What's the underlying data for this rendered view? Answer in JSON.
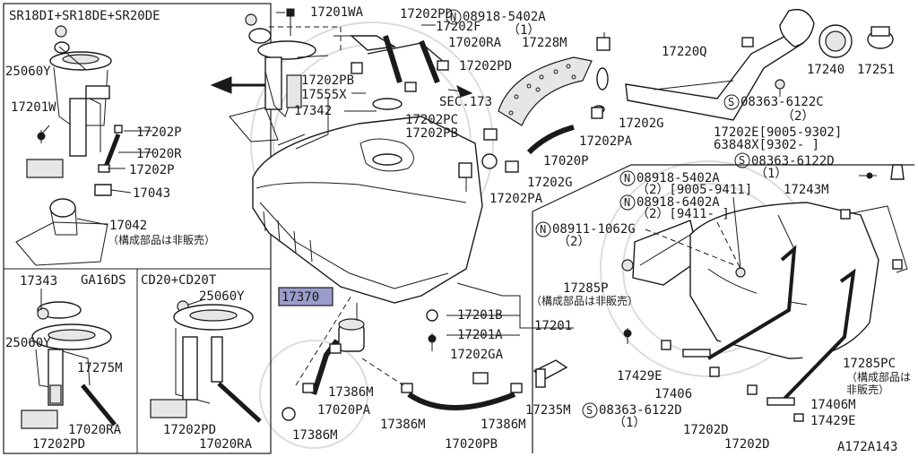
{
  "diagram": {
    "figure_code": "A172A143",
    "highlight_part": "17370",
    "variant_headers": {
      "top_left": "SR18DI+SR18DE+SR20DE",
      "bottom_mid": "GA16DS",
      "bottom_right": "CD20+CD20T"
    },
    "notes": {
      "not_sold_separately": "（構成部品は非販売）",
      "not_sold_line1": "（構成部品は",
      "not_sold_line2": "非販売）"
    },
    "labels": {
      "p17201wa": "17201WA",
      "p17202pd_top": "17202PD",
      "p17202f": "17202F",
      "p17020ra_top": "17020RA",
      "p17228m": "17228M",
      "p17202pd_r": "17202PD",
      "p17202pb_a": "17202PB",
      "p17555x": "17555X",
      "p17342": "17342",
      "sec173": "SEC.173",
      "p17202pc": "17202PC",
      "p17202pb_b": "17202PB",
      "n08918_5402a_top": "08918-5402A",
      "n08918_5402a_top_q": "（1）",
      "p17220q": "17220Q",
      "p17240": "17240",
      "p17251": "17251",
      "s08363_6122c": "08363-6122C",
      "s08363_6122c_q": "（2）",
      "p17202g_a": "17202G",
      "p17202pa_a": "17202PA",
      "p17020p": "17020P",
      "p17202g_b": "17202G",
      "p17202pa_b": "17202PA",
      "p17202e": "17202E[9005-9302]",
      "p63848x": "63848X[9302-    ]",
      "s08363_6122d_a": "08363-6122D",
      "s08363_6122d_a_q": "（1）",
      "n08918_5402a_b": "08918-5402A",
      "n08918_5402a_b_q": "（2）[9005-9411]",
      "n08918_6402a": "08918-6402A",
      "n08918_6402a_q": "（2）[9411-    ]",
      "p17243m": "17243M",
      "n08911_1062g": "08911-1062G",
      "n08911_1062g_q": "（2）",
      "p17285p": "17285P",
      "p17285pc": "17285PC",
      "p17201b": "17201B",
      "p17201": "17201",
      "p17201a": "17201A",
      "p17370": "17370",
      "p17202ga": "17202GA",
      "p17386m_a": "17386M",
      "p17020pa": "17020PA",
      "p17386m_b": "17386M",
      "p17386m_c": "17386M",
      "p17386m_d": "17386M",
      "p17235m": "17235M",
      "p17020pb": "17020PB",
      "p17429e_a": "17429E",
      "p17406": "17406",
      "p17406m": "17406M",
      "p17429e_b": "17429E",
      "s08363_6122d_b": "08363-6122D",
      "s08363_6122d_b_q": "（1）",
      "p17202d_a": "17202D",
      "p17202d_b": "17202D",
      "tl_25060y": "25060Y",
      "tl_17201w": "17201W",
      "tl_17202p_a": "17202P",
      "tl_17020r": "17020R",
      "tl_17202p_b": "17202P",
      "tl_17043": "17043",
      "tl_17042": "17042",
      "bm_17343": "17343",
      "bm_25060y": "25060Y",
      "bm_17275m": "17275M",
      "bm_17020ra": "17020RA",
      "bm_17202pd": "17202PD",
      "br_25060y": "25060Y",
      "br_17202pd": "17202PD",
      "br_17020ra": "17020RA"
    }
  }
}
